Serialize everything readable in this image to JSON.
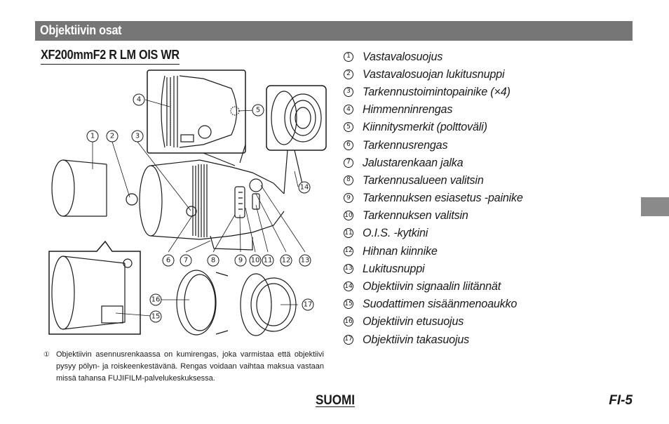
{
  "section_title": "Objektiivin osat",
  "model_title": "XF200mmF2 R LM OIS WR",
  "parts": [
    {
      "num": "1",
      "label": "Vastavalosuojus"
    },
    {
      "num": "2",
      "label": "Vastavalosuojan lukitusnuppi"
    },
    {
      "num": "3",
      "label": "Tarkennustoimintopainike (×4)"
    },
    {
      "num": "4",
      "label": "Himmenninrengas"
    },
    {
      "num": "5",
      "label": "Kiinnitysmerkit (polttoväli)"
    },
    {
      "num": "6",
      "label": "Tarkennusrengas"
    },
    {
      "num": "7",
      "label": "Jalustarenkaan jalka"
    },
    {
      "num": "8",
      "label": "Tarkennusalueen valitsin"
    },
    {
      "num": "9",
      "label": "Tarkennuksen esiasetus -painike"
    },
    {
      "num": "10",
      "label": "Tarkennuksen valitsin"
    },
    {
      "num": "11",
      "label": "O.I.S. -kytkini"
    },
    {
      "num": "12",
      "label": "Hihnan kiinnike"
    },
    {
      "num": "13",
      "label": "Lukitusnuppi"
    },
    {
      "num": "14",
      "label": "Objektiivin signaalin liitännät"
    },
    {
      "num": "15",
      "label": "Suodattimen sisäänmenoaukko"
    },
    {
      "num": "16",
      "label": "Objektiivin etusuojus"
    },
    {
      "num": "17",
      "label": "Objektiivin takasuojus"
    }
  ],
  "callouts": {
    "n1": "1",
    "n2": "2",
    "n3": "3",
    "n4": "4",
    "n5": "5",
    "n6": "6",
    "n7": "7",
    "n8": "8",
    "n9": "9",
    "n10": "10",
    "n11": "11",
    "n12": "12",
    "n13": "13",
    "n14": "14",
    "n15": "15",
    "n16": "16",
    "n17": "17"
  },
  "footnote": {
    "mark": "①",
    "text": "Objektiivin asennusrenkaassa on kumirengas, joka varmistaa että objektiivi pysyy pölyn- ja roiskeenkestävänä. Rengas voidaan vaihtaa maksua vastaan missä tahansa FUJIFILM-palvelukeskuksessa."
  },
  "language": "SUOMI",
  "page_number": "FI-5"
}
